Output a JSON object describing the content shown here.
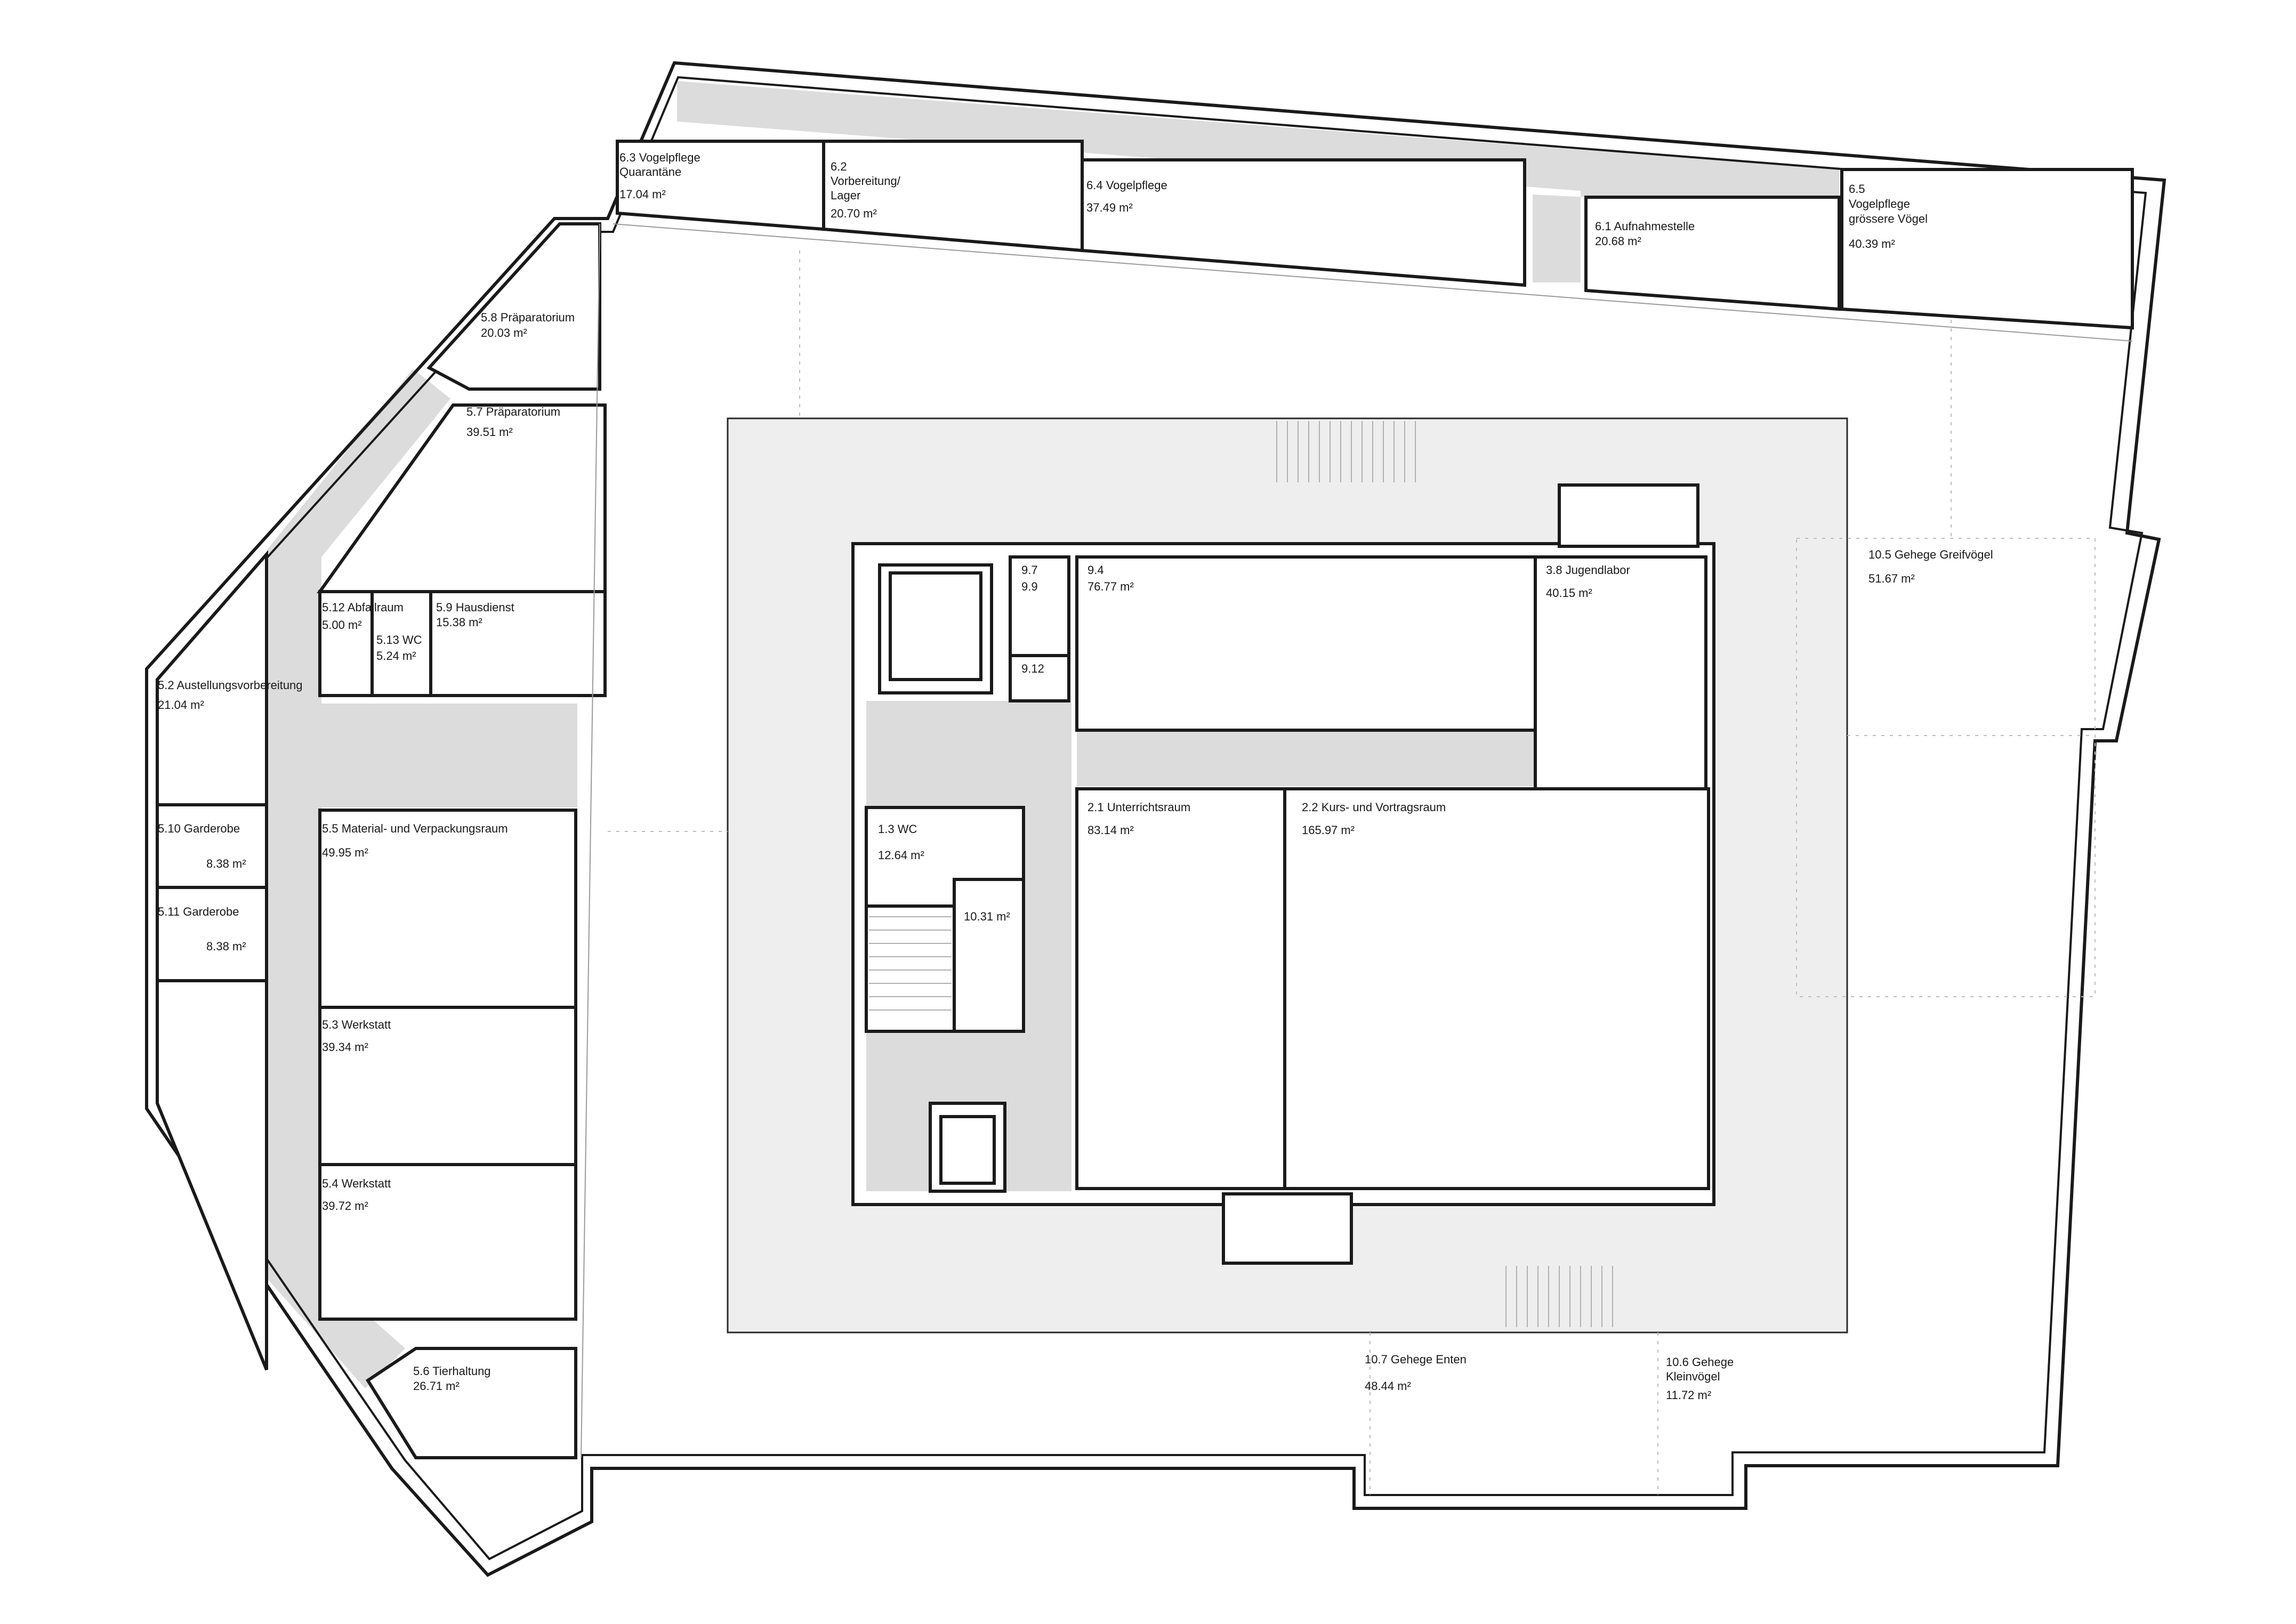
{
  "rooms": {
    "r63": {
      "name": "6.3 Vogelpflege",
      "name2": "Quarantäne",
      "area": "17.04 m²"
    },
    "r62": {
      "name": "6.2",
      "name2": "Vorbereitung/",
      "name3": "Lager",
      "area": "20.70 m²"
    },
    "r64": {
      "name": "6.4 Vogelpflege",
      "area": "37.49 m²"
    },
    "r61": {
      "name": "6.1 Aufnahmestelle",
      "area": "20.68 m²"
    },
    "r65": {
      "name": "6.5",
      "name2": "Vogelpflege",
      "name3": "grössere Vögel",
      "area": "40.39 m²"
    },
    "r58": {
      "name": "5.8 Präparatorium",
      "area": "20.03 m²"
    },
    "r57": {
      "name": "5.7 Präparatorium",
      "area": "39.51 m²"
    },
    "r512": {
      "name": "5.12 Abfallraum",
      "area": "5.00 m²"
    },
    "r513": {
      "name": "5.13 WC",
      "area": "5.24 m²"
    },
    "r59": {
      "name": "5.9 Hausdienst",
      "area": "15.38 m²"
    },
    "r52": {
      "name": "5.2 Austellungsvorbereitung",
      "area": "21.04 m²"
    },
    "r510": {
      "name": "5.10 Garderobe",
      "area": "8.38 m²"
    },
    "r511": {
      "name": "5.11 Garderobe",
      "area": "8.38 m²"
    },
    "r55": {
      "name": "5.5 Material- und Verpackungsraum",
      "area": "49.95 m²"
    },
    "r53": {
      "name": "5.3 Werkstatt",
      "area": "39.34 m²"
    },
    "r54": {
      "name": "5.4 Werkstatt",
      "area": "39.72 m²"
    },
    "r56": {
      "name": "5.6 Tierhaltung",
      "area": "26.71 m²"
    },
    "r97": {
      "name": "9.7",
      "name2": "9.9"
    },
    "r912": {
      "name": "9.12"
    },
    "r94": {
      "name": "9.4",
      "area": "76.77 m²"
    },
    "r38": {
      "name": "3.8 Jugendlabor",
      "area": "40.15 m²"
    },
    "r13": {
      "name": "1.3 WC",
      "area": "12.64 m²"
    },
    "rwc2": {
      "area": "10.31 m²"
    },
    "r21": {
      "name": "2.1 Unterrichtsraum",
      "area": "83.14 m²"
    },
    "r22": {
      "name": "2.2 Kurs- und Vortragsraum",
      "area": "165.97 m²"
    },
    "r105": {
      "name": "10.5 Gehege Greifvögel",
      "area": "51.67 m²"
    },
    "r107": {
      "name": "10.7 Gehege Enten",
      "area": "48.44 m²"
    },
    "r106": {
      "name": "10.6 Gehege",
      "name2": "Kleinvögel",
      "area": "11.72 m²"
    }
  }
}
